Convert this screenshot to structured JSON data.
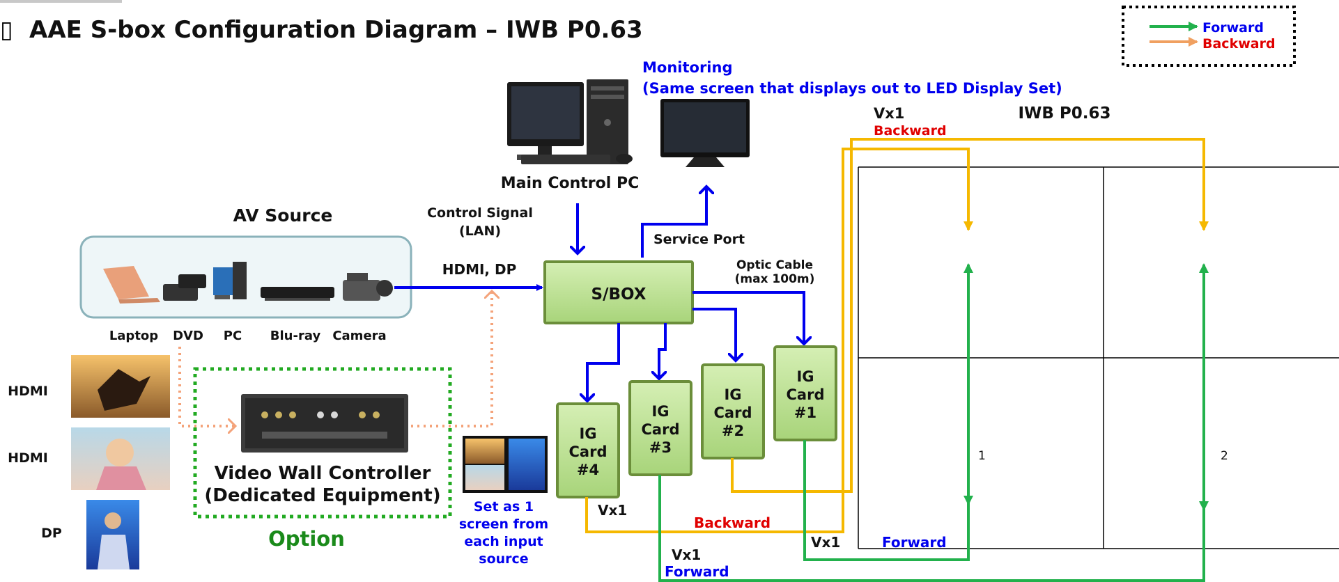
{
  "title": "AAE S-box Configuration Diagram – IWB P0.63",
  "legend": {
    "forward": "Forward",
    "backward": "Backward",
    "forward_color": "#22b14c",
    "backward_color": "#f0a060"
  },
  "av_source": {
    "heading": "AV Source",
    "devices": [
      "Laptop",
      "DVD",
      "PC",
      "Blu-ray",
      "Camera"
    ]
  },
  "inputs": [
    "HDMI",
    "HDMI",
    "DP"
  ],
  "video_wall_controller": {
    "line1": "Video Wall Controller",
    "line2": "(Dedicated Equipment)",
    "option_label": "Option"
  },
  "main_pc_label": "Main Control PC",
  "monitoring": {
    "line1": "Monitoring",
    "line2": "(Same screen that displays out to LED Display Set)"
  },
  "control_signal": {
    "line1": "Control Signal",
    "line2": "(LAN)"
  },
  "hdmi_dp_label": "HDMI, DP",
  "service_port_label": "Service Port",
  "optic_cable": {
    "line1": "Optic Cable",
    "line2": "(max 100m)"
  },
  "sbox_label": "S/BOX",
  "ig_cards": [
    {
      "line1": "IG",
      "line2": "Card",
      "line3": "#4"
    },
    {
      "line1": "IG",
      "line2": "Card",
      "line3": "#3"
    },
    {
      "line1": "IG",
      "line2": "Card",
      "line3": "#2"
    },
    {
      "line1": "IG",
      "line2": "Card",
      "line3": "#1"
    }
  ],
  "set_screen_note": [
    "Set as 1",
    "screen from",
    "each input",
    "source"
  ],
  "vx1": "Vx1",
  "backward": "Backward",
  "forward": "Forward",
  "display_title": "IWB P0.63",
  "cabinets": [
    "1",
    "2"
  ],
  "colors": {
    "blue": "#0000ee",
    "yellow": "#f5b800",
    "green": "#22b14c",
    "orange_dot": "#f4a37a",
    "red": "#e00000",
    "sbox_fill": "#b7dc8a",
    "sbox_border": "#6b8e3a",
    "option_green": "#1a8a1a"
  }
}
